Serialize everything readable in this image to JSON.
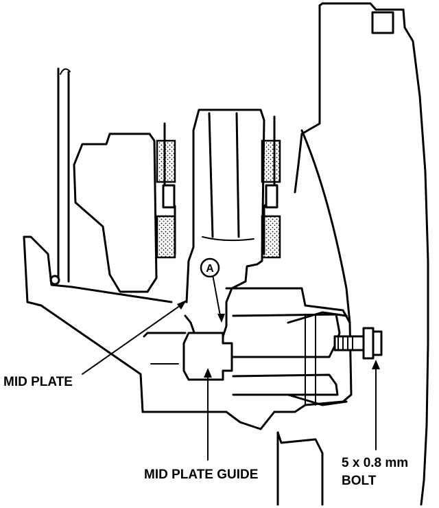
{
  "labels": {
    "mid_plate": "MID PLATE",
    "mid_plate_guide": "MID PLATE GUIDE",
    "bolt_line1": "5 x 0.8 mm",
    "bolt_line2": "BOLT",
    "callout_a": "A"
  }
}
